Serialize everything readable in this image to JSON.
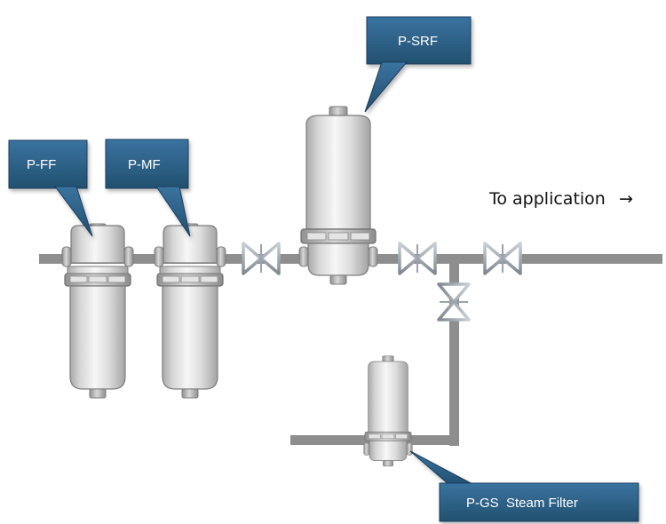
{
  "labels": {
    "p_ff": "P-FF",
    "p_mf": "P-MF",
    "p_srf": "P-SRF",
    "p_gs": "P-GS  Steam Filter",
    "destination": "To application",
    "destination_arrow": "→"
  },
  "colors": {
    "pipe": "#8e8e8e",
    "callout_fill": "#2a5d86",
    "callout_stroke": "#1b3e5c",
    "valve": "#9aa3ad"
  },
  "icons": {
    "valve": "gate-valve-icon",
    "filter": "filter-housing-icon"
  }
}
